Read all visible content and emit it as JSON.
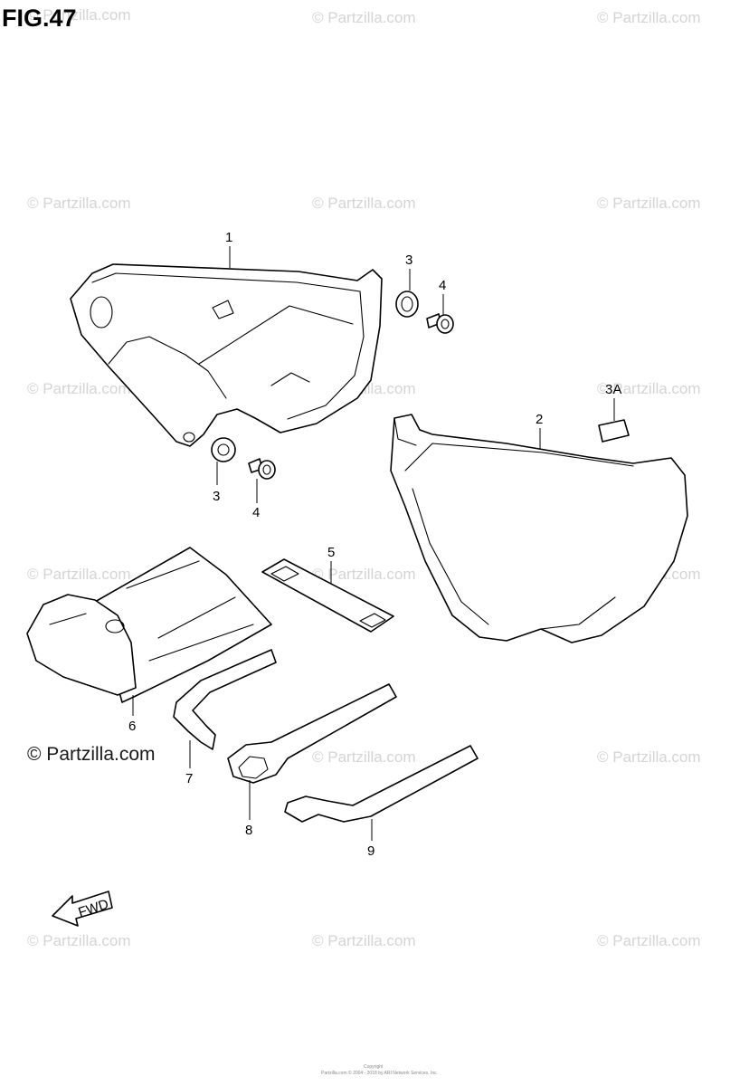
{
  "figure": {
    "title": "FIG.47"
  },
  "watermark": {
    "text": "© Partzilla.com"
  },
  "footer": {
    "line1": "Copyright",
    "line2": "Partzilla.com © 2004 - 2018 by ARI Network Services, Inc."
  },
  "fwd_label": "FWD",
  "callouts": [
    {
      "id": "c1",
      "label": "1"
    },
    {
      "id": "c2",
      "label": "2"
    },
    {
      "id": "c3a",
      "label": "3"
    },
    {
      "id": "c3A",
      "label": "3A"
    },
    {
      "id": "c4a",
      "label": "4"
    },
    {
      "id": "c3b",
      "label": "3"
    },
    {
      "id": "c4b",
      "label": "4"
    },
    {
      "id": "c5",
      "label": "5"
    },
    {
      "id": "c6",
      "label": "6"
    },
    {
      "id": "c7",
      "label": "7"
    },
    {
      "id": "c8",
      "label": "8"
    },
    {
      "id": "c9",
      "label": "9"
    }
  ]
}
